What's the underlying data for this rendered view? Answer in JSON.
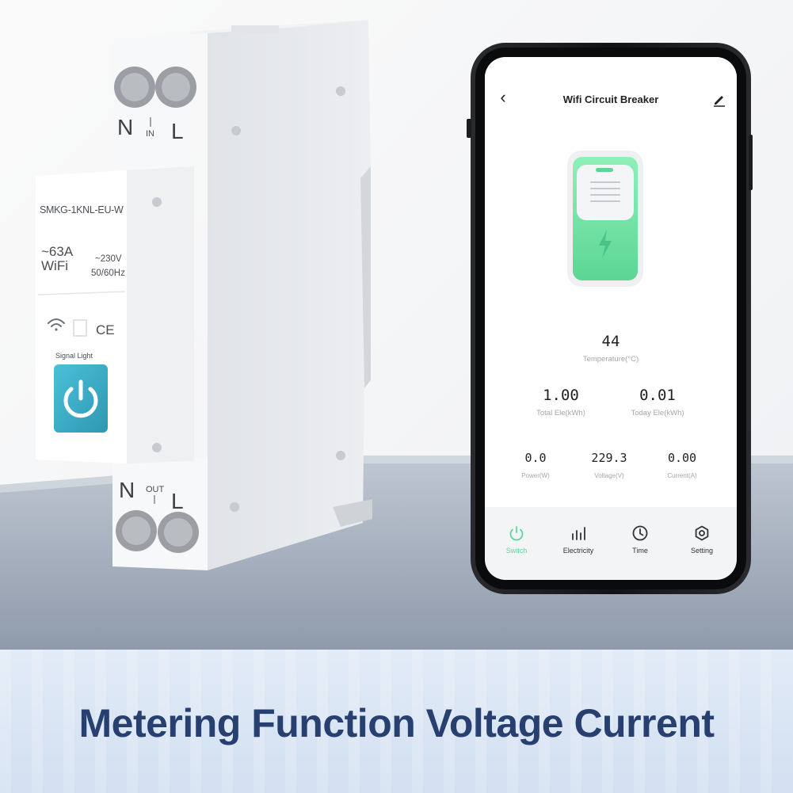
{
  "breaker": {
    "model": "SMKG-1KNL-EU-W",
    "rating": "~63A",
    "wifi_label": "WiFi",
    "voltage_rating": "~230V",
    "frequency": "50/60Hz",
    "signal_light_label": "Signal Light",
    "ce_mark": "CE",
    "top_terminal_n": "N",
    "top_terminal_in": "IN",
    "top_terminal_l": "L",
    "bottom_terminal_n": "N",
    "bottom_terminal_out": "OUT",
    "bottom_terminal_l": "L"
  },
  "app": {
    "title": "Wifi Circuit Breaker",
    "temperature": {
      "value": "44",
      "label": "Temperature(°C)"
    },
    "total_ele": {
      "value": "1.00",
      "label": "Total Ele(kWh)"
    },
    "today_ele": {
      "value": "0.01",
      "label": "Today Ele(kWh)"
    },
    "power": {
      "value": "0.0",
      "label": "Power(W)"
    },
    "voltage": {
      "value": "229.3",
      "label": "Voltage(V)"
    },
    "current": {
      "value": "0.00",
      "label": "Current(A)"
    },
    "nav": {
      "switch": "Switch",
      "electricity": "Electricity",
      "time": "Time",
      "setting": "Setting"
    }
  },
  "colors": {
    "accent_green": "#5fd49a",
    "power_button_blue": "#35a9c4",
    "headline_blue": "#27406f"
  },
  "headline": "Metering Function Voltage Current"
}
